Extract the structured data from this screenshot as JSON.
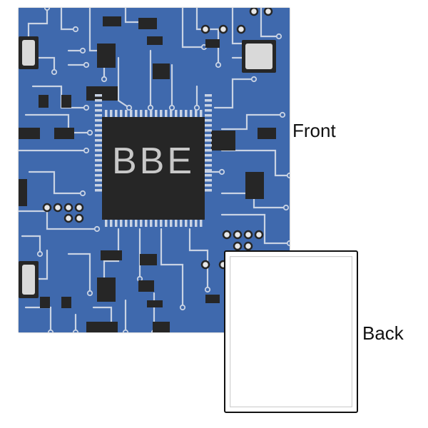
{
  "front": {
    "label": "Front",
    "monogram": "BBE",
    "colors": {
      "board": "#3f69ad",
      "trace": "#c9d3e4",
      "chip": "#262626",
      "monogram": "#c8c8c8",
      "pad": "#e8e8e8"
    }
  },
  "back": {
    "label": "Back"
  }
}
